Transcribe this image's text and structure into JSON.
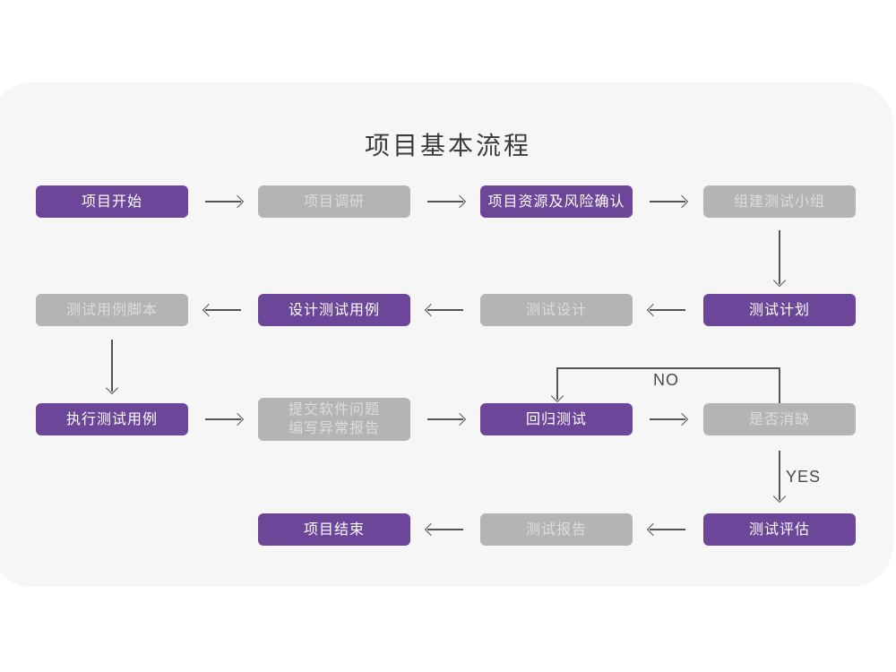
{
  "title": "项目基本流程",
  "colors": {
    "node_purple": "#6B4699",
    "node_gray": "#B4B4B4",
    "card_background": "#F6F6F6",
    "connector": "#555555",
    "gray_text": "#DCDCDC",
    "purple_text": "#FDFDFD",
    "title_text": "#3B3B3B"
  },
  "flowchart": {
    "nodes": {
      "project_start": "项目开始",
      "project_research": "项目调研",
      "resources_risk": "项目资源及风险确认",
      "build_test_team": "组建测试小组",
      "test_case_scripts": "测试用例脚本",
      "design_test_cases": "设计测试用例",
      "test_design": "测试设计",
      "test_plan": "测试计划",
      "execute_test_cases": "执行测试用例",
      "submit_issues": {
        "line1": "提交软件问题",
        "line2": "编写异常报告"
      },
      "regression_test": "回归测试",
      "defect_check": "是否消缺",
      "project_end": "项目结束",
      "test_report": "测试报告",
      "test_evaluation": "测试评估"
    },
    "branch_labels": {
      "no": "NO",
      "yes": "YES"
    }
  }
}
